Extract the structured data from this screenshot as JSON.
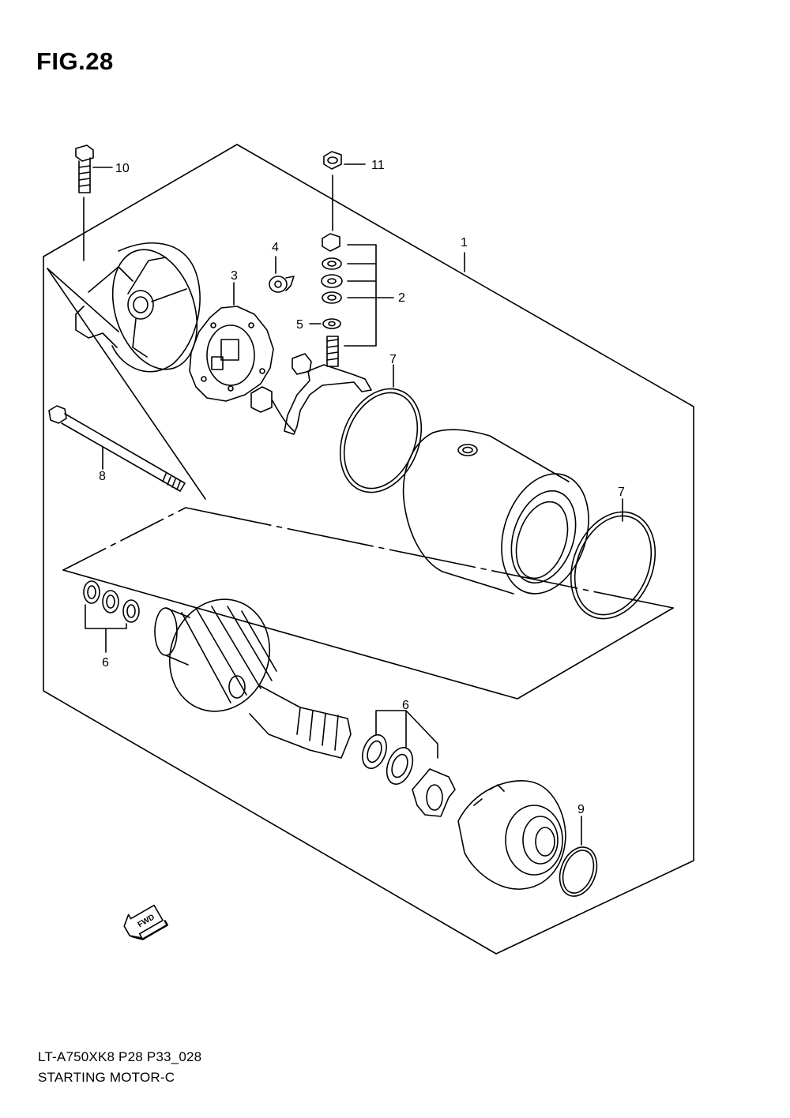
{
  "figure_title": "FIG.28",
  "footer_code": "LT-A750XK8 P28 P33_028",
  "footer_caption": "STARTING MOTOR-C",
  "fwd_label": "FWD",
  "callouts": {
    "c1": "1",
    "c2": "2",
    "c3": "3",
    "c4": "4",
    "c5": "5",
    "c6a": "6",
    "c6b": "6",
    "c7a": "7",
    "c7b": "7",
    "c8": "8",
    "c9": "9",
    "c10": "10",
    "c11": "11"
  }
}
